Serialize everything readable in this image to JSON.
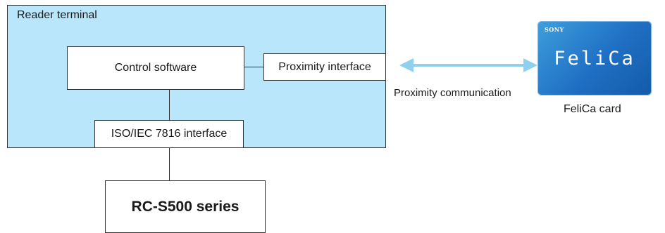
{
  "terminal": {
    "label": "Reader terminal"
  },
  "components": {
    "control_software": "Control software",
    "proximity_interface": "Proximity interface",
    "iso_interface": "ISO/IEC 7816 interface",
    "rc_series": "RC-S500 series"
  },
  "communication": {
    "label": "Proximity communication",
    "arrow_color": "#8fd0ef"
  },
  "card": {
    "brand": "SONY",
    "logo_text": "FeliCa",
    "label": "FeliCa card",
    "colors": {
      "card": "#2a82cf",
      "terminal_fill": "#b9e6fb"
    }
  }
}
